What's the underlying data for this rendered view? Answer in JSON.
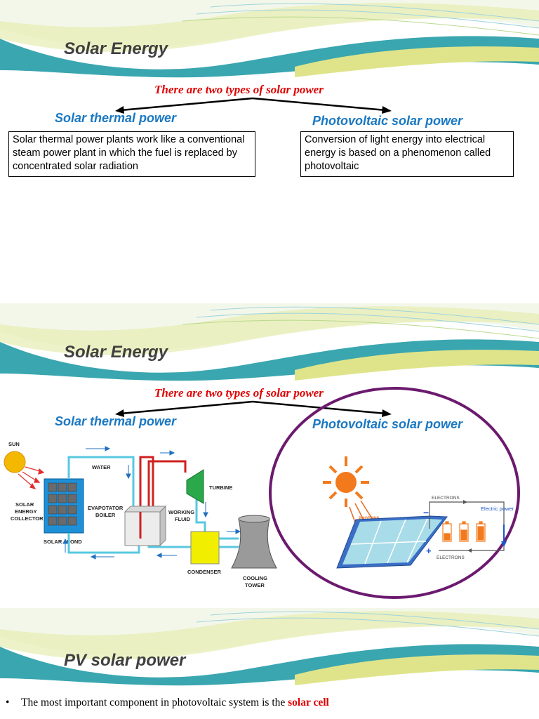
{
  "slides": [
    {
      "title": "Solar Energy",
      "subtitle": "There are two types of solar power",
      "left_heading": "Solar thermal power",
      "right_heading": "Photovoltaic solar power",
      "left_box": "Solar thermal power plants work like a conventional steam power plant in which the fuel is replaced by concentrated solar radiation",
      "right_box": "Conversion of light energy into electrical energy is based on a phenomenon called photovoltaic"
    },
    {
      "title": "Solar Energy",
      "subtitle": "There are two types of solar power",
      "left_heading": "Solar thermal power",
      "right_heading": "Photovoltaic solar power",
      "thermal_diagram": {
        "sun": "SUN",
        "water": "WATER",
        "turbine": "TURBINE",
        "collector_1": "SOLAR",
        "collector_2": "ENERGY",
        "collector_3": "COLLECTOR",
        "evap_1": "EVAPOTATOR",
        "evap_2": "BOILER",
        "fluid_1": "WORKING",
        "fluid_2": "FLUID",
        "pond_1": "SOLAR",
        "pond_2": "POND",
        "condenser": "CONDENSER",
        "tower_1": "COOLING",
        "tower_2": "TOWER"
      },
      "pv_diagram": {
        "electrons_top": "ELECTRONS",
        "electrons_bottom": "ELECTRONS",
        "photons": "PHOTONS",
        "electric_power": "Electric power",
        "minus": "−",
        "plus": "+"
      }
    },
    {
      "title": "PV solar power",
      "bullet_marker": "•",
      "bullet_text": "The most important component in photovoltaic system is the ",
      "bullet_highlight": "solar cell"
    }
  ],
  "colors": {
    "title": "#404040",
    "subtitle": "#e00000",
    "heading": "#1a78c2",
    "wave_teal": "#3aa6b0",
    "wave_yellow": "#dfe48a",
    "circle": "#6b1a6e",
    "sun_orange": "#f27a1d"
  }
}
